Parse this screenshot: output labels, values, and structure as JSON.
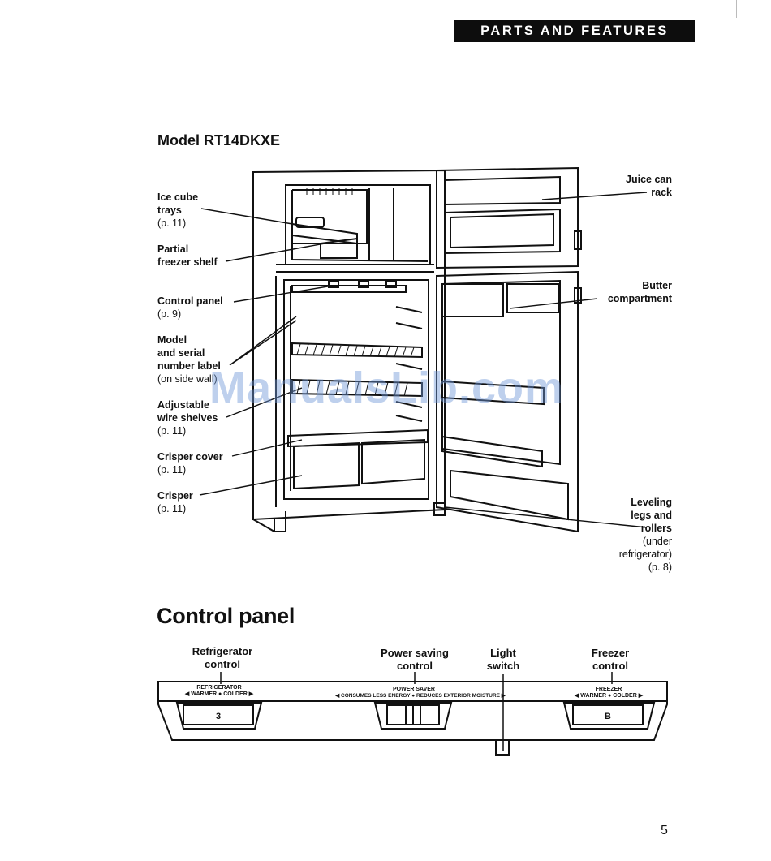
{
  "header": {
    "section_title": "PARTS AND FEATURES"
  },
  "model_title": "Model RT14DKXE",
  "callouts": {
    "ice_cube_trays": {
      "name_line1": "Ice cube",
      "name_line2": "trays",
      "ref": "(p. 11)"
    },
    "partial_freezer_shelf": {
      "name_line1": "Partial",
      "name_line2": "freezer shelf"
    },
    "control_panel": {
      "name": "Control panel",
      "ref": "(p. 9)"
    },
    "model_serial_label": {
      "line1": "Model",
      "line2": "and serial",
      "line3": "number label",
      "note": "(on side wall)"
    },
    "adjustable_wire_shelves": {
      "line1": "Adjustable",
      "line2": "wire shelves",
      "ref": "(p. 11)"
    },
    "crisper_cover": {
      "name": "Crisper cover",
      "ref": "(p. 11)"
    },
    "crisper": {
      "name": "Crisper",
      "ref": "(p. 11)"
    },
    "juice_can_rack": {
      "line1": "Juice can",
      "line2": "rack"
    },
    "butter_compartment": {
      "line1": "Butter",
      "line2": "compartment"
    },
    "leveling_legs": {
      "line1": "Leveling",
      "line2": "legs and",
      "line3": "rollers",
      "note1": "(under",
      "note2": "refrigerator)",
      "ref": "(p. 8)"
    }
  },
  "watermark": "ManualsLib.com",
  "control_panel_section": {
    "title": "Control panel",
    "labels": {
      "refrigerator_control": {
        "line1": "Refrigerator",
        "line2": "control"
      },
      "power_saving_control": {
        "line1": "Power saving",
        "line2": "control"
      },
      "light_switch": {
        "line1": "Light",
        "line2": "switch"
      },
      "freezer_control": {
        "line1": "Freezer",
        "line2": "control"
      }
    },
    "panel_text": {
      "refrigerator_heading": "REFRIGERATOR",
      "refrigerator_scale": "◀ WARMER ● COLDER ▶",
      "refrigerator_value": "3",
      "power_saver_heading": "POWER SAVER",
      "power_saver_scale": "◀ CONSUMES LESS ENERGY ● REDUCES EXTERIOR MOISTURE ▶",
      "freezer_heading": "FREEZER",
      "freezer_scale": "◀ WARMER ● COLDER ▶",
      "freezer_value": "B"
    }
  },
  "page_number": "5"
}
